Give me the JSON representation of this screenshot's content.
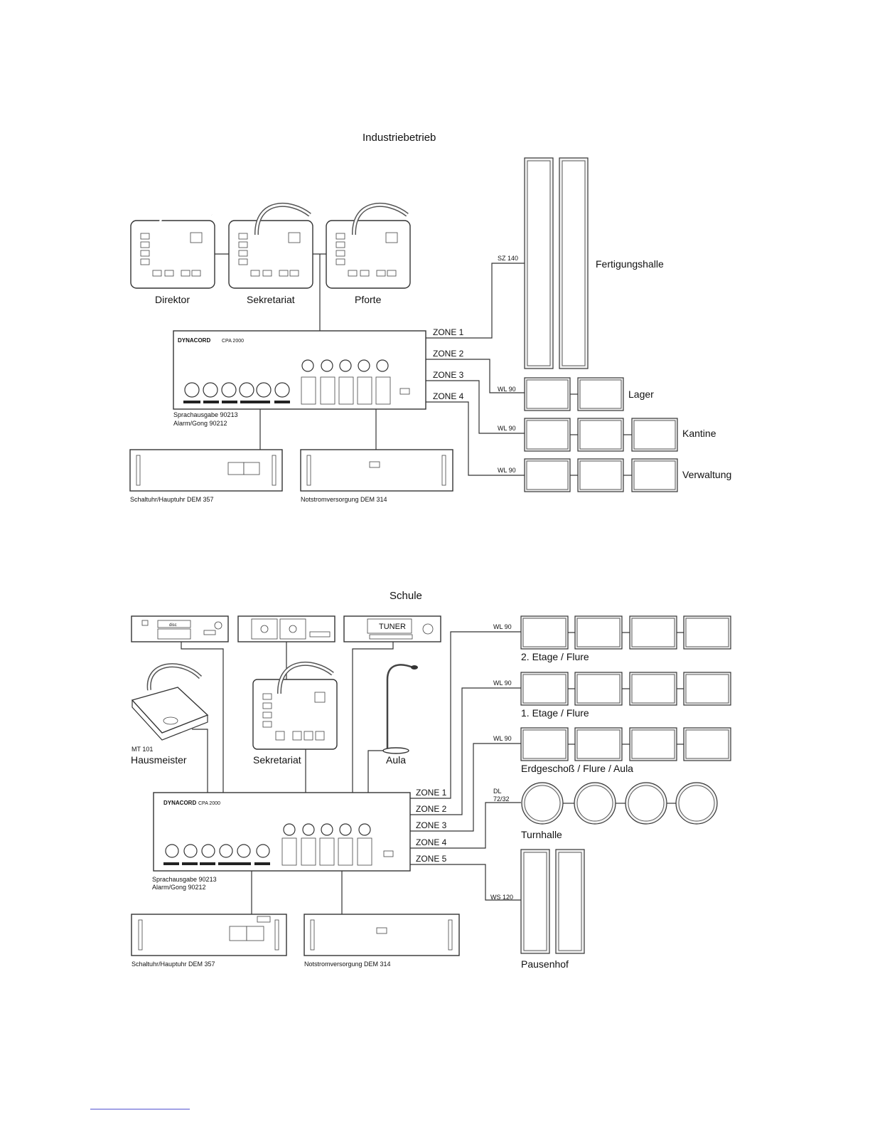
{
  "top": {
    "title": "Industriebetrieb",
    "stations": [
      "Direktor",
      "Sekretariat",
      "Pforte"
    ],
    "amp_brand": "DYNACORD",
    "amp_model": "CPA 2000",
    "amp_modules": [
      "Sprachausgabe 90213",
      "Alarm/Gong 90212"
    ],
    "zones": [
      "ZONE 1",
      "ZONE 2",
      "ZONE 3",
      "ZONE 4"
    ],
    "speaker_types": [
      "SZ 140",
      "WL 90",
      "WL 90",
      "WL 90"
    ],
    "areas": [
      "Fertigungshalle",
      "Lager",
      "Kantine",
      "Verwaltung"
    ],
    "devices": [
      "Schaltuhr/Hauptuhr DEM 357",
      "Notstromversorgung DEM 314"
    ]
  },
  "bottom": {
    "title": "Schule",
    "tuner_label": "TUNER",
    "cd_label": "disc",
    "mic_model": "MT 101",
    "locations": [
      "Hausmeister",
      "Sekretariat",
      "Aula"
    ],
    "amp_brand": "DYNACORD",
    "amp_model": "CPA 2000",
    "amp_modules": [
      "Sprachausgabe 90213",
      "Alarm/Gong 90212"
    ],
    "zones": [
      "ZONE 1",
      "ZONE 2",
      "ZONE 3",
      "ZONE 4",
      "ZONE 5"
    ],
    "speaker_types": [
      "WL 90",
      "WL 90",
      "WL 90",
      "DL",
      "72/32",
      "WS 120"
    ],
    "areas": [
      "2. Etage / Flure",
      "1. Etage / Flure",
      "Erdgeschoß / Flure / Aula",
      "Turnhalle",
      "Pausenhof"
    ],
    "devices": [
      "Schaltuhr/Hauptuhr DEM 357",
      "Notstromversorgung DEM 314"
    ]
  }
}
